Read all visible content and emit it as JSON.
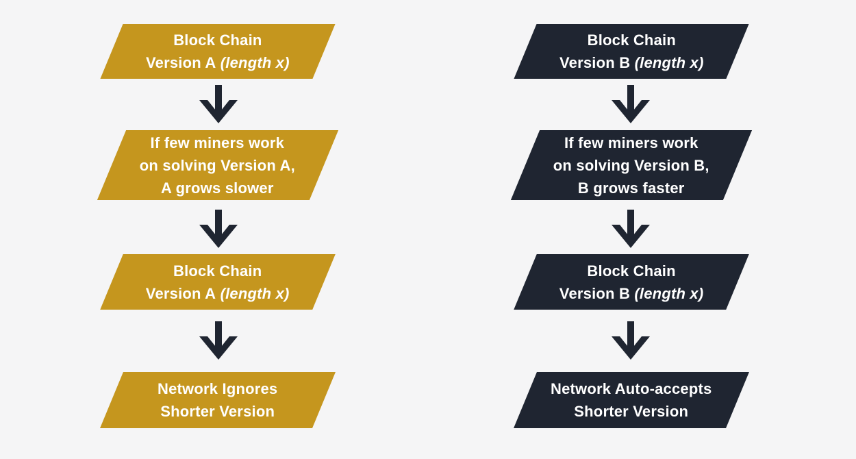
{
  "canvas": {
    "background": "#f5f5f6"
  },
  "colors": {
    "gold": "#c5961e",
    "navy": "#1f2531",
    "arrow": "#1f2531",
    "text_on_box": "#ffffff"
  },
  "flow_left": {
    "name": "Block Chain Version A flow",
    "theme": "gold",
    "steps": [
      {
        "line1": "Block Chain",
        "line2": "Version A",
        "line2_italic": " (length x)"
      },
      {
        "line1": "If few miners work",
        "line2": "on solving Version A,",
        "line3": "A grows slower"
      },
      {
        "line1": "Block Chain",
        "line2": "Version A",
        "line2_italic": " (length x)"
      },
      {
        "line1": "Network Ignores",
        "line2": "Shorter Version"
      }
    ]
  },
  "flow_right": {
    "name": "Block Chain Version B flow",
    "theme": "navy",
    "steps": [
      {
        "line1": "Block Chain",
        "line2": "Version B",
        "line2_italic": " (length x)"
      },
      {
        "line1": "If few miners work",
        "line2": "on solving Version B,",
        "line3": "B grows faster"
      },
      {
        "line1": "Block Chain",
        "line2": "Version B",
        "line2_italic": " (length x)"
      },
      {
        "line1": "Network Auto-accepts",
        "line2": "Shorter Version"
      }
    ]
  }
}
